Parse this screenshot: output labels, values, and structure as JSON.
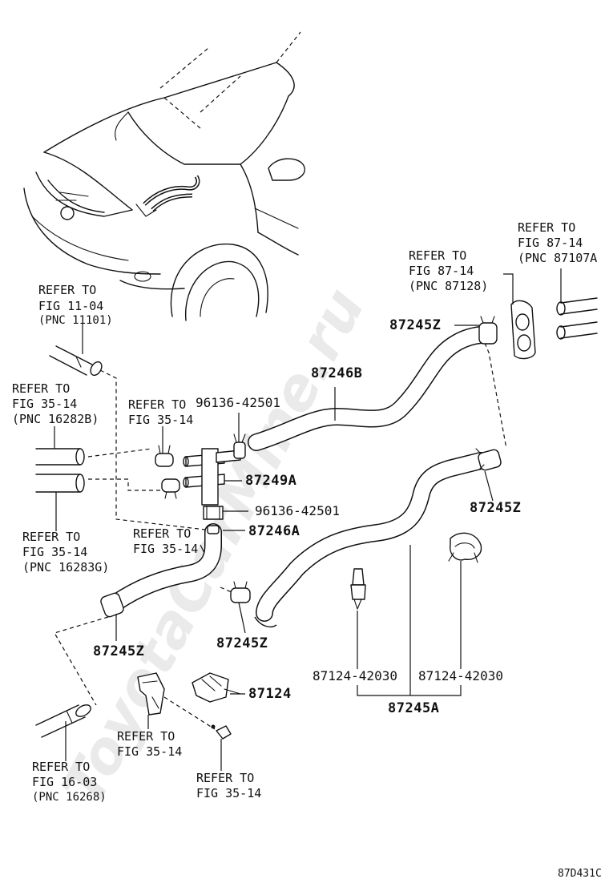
{
  "watermark": "ToyotaCarMine.ru",
  "figure_code": "87D431C",
  "part_numbers": {
    "p87246B": "87246B",
    "p96136_top": "96136-42501",
    "p87249A": "87249A",
    "p96136_mid": "96136-42501",
    "p87246A": "87246A",
    "p87245Z_top": "87245Z",
    "p87245Z_right": "87245Z",
    "p87245Z_left": "87245Z",
    "p87245Z_center": "87245Z",
    "p87124": "87124",
    "p87124_42030_a": "87124-42030",
    "p87124_42030_b": "87124-42030",
    "p87245A": "87245A"
  },
  "references": {
    "fig_11_04": {
      "line1": "REFER TO",
      "line2": "FIG 11-04",
      "line3": "(PNC 11101)"
    },
    "fig_35_14_b": {
      "line1": "REFER TO",
      "line2": "FIG 35-14",
      "line3": "(PNC 16282B)"
    },
    "fig_35_14_c": {
      "line1": "REFER TO",
      "line2": "FIG 35-14"
    },
    "fig_35_14_g": {
      "line1": "REFER TO",
      "line2": "FIG 35-14",
      "line3": "(PNC 16283G)"
    },
    "fig_35_14_d": {
      "line1": "REFER TO",
      "line2": "FIG 35-14"
    },
    "fig_87_14_a": {
      "line1": "REFER TO",
      "line2": "FIG 87-14",
      "line3": "(PNC 87128)"
    },
    "fig_87_14_b": {
      "line1": "REFER TO",
      "line2": "FIG 87-14",
      "line3": "(PNC 87107A"
    },
    "fig_35_14_e": {
      "line1": "REFER TO",
      "line2": "FIG 35-14"
    },
    "fig_35_14_f": {
      "line1": "REFER TO",
      "line2": "FIG 35-14"
    },
    "fig_16_03": {
      "line1": "REFER TO",
      "line2": "FIG 16-03",
      "line3": "(PNC 16268)"
    }
  }
}
